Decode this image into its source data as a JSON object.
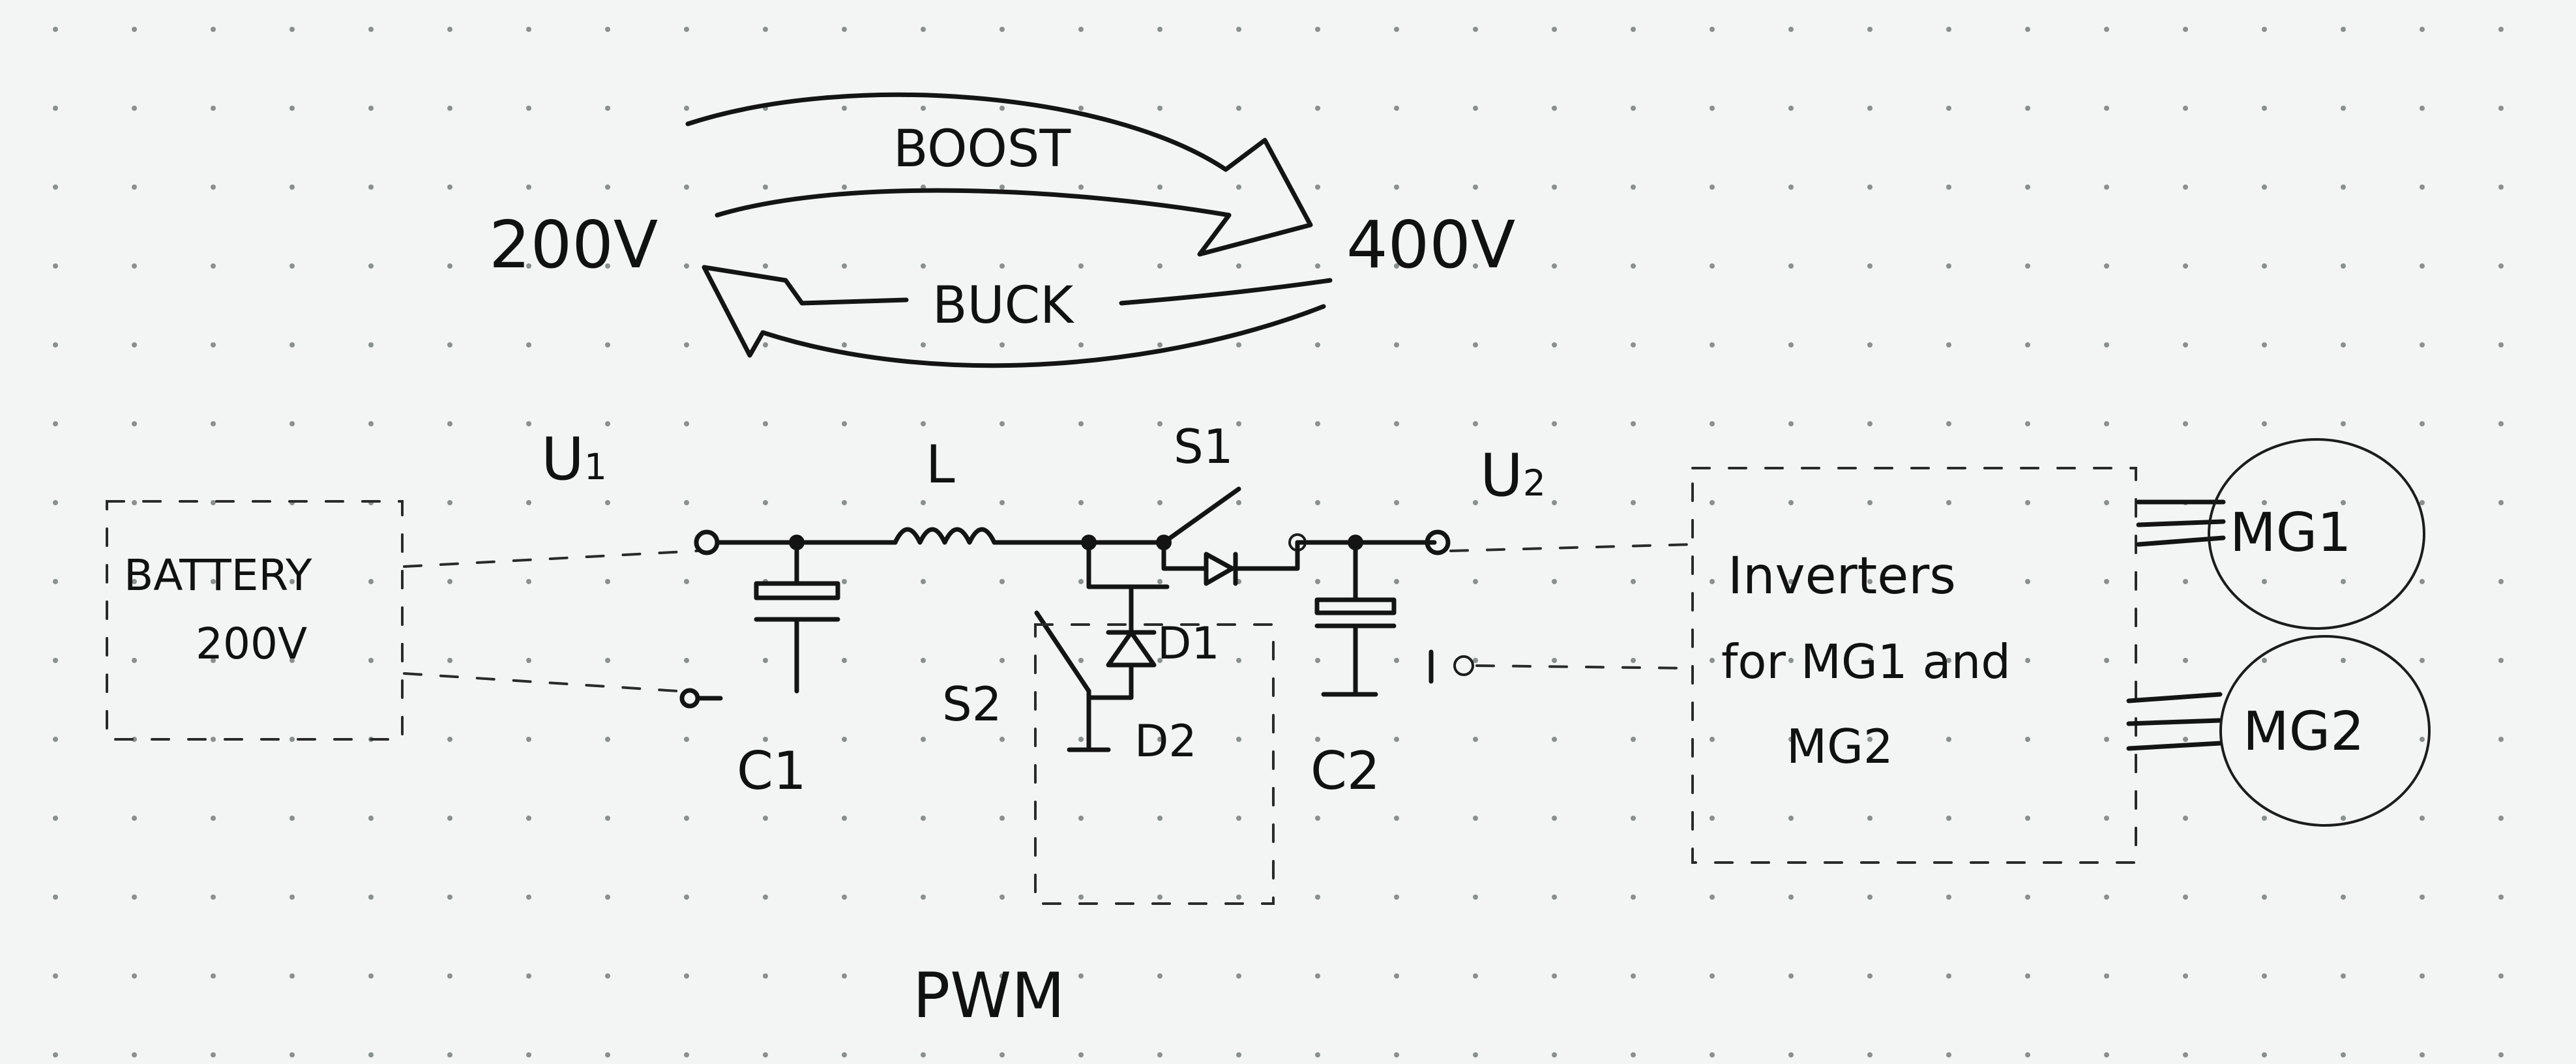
{
  "diagram": {
    "flow": {
      "low_voltage": "200V",
      "high_voltage": "400V",
      "boost_label": "BOOST",
      "buck_label": "BUCK"
    },
    "battery": {
      "line1": "BATTERY",
      "line2": "200V"
    },
    "labels": {
      "u1": "U",
      "u1_sub": "1",
      "u2": "U",
      "u2_sub": "2",
      "inductor": "L",
      "switch1": "S1",
      "switch2": "S2",
      "diode1": "D1",
      "diode2": "D2",
      "cap1": "C1",
      "cap2": "C2",
      "pwm": "PWM"
    },
    "inverter": {
      "line1": "Inverters",
      "line2": "for MG1 and",
      "line3": "MG2"
    },
    "motors": [
      {
        "label": "MG1"
      },
      {
        "label": "MG2"
      }
    ]
  }
}
